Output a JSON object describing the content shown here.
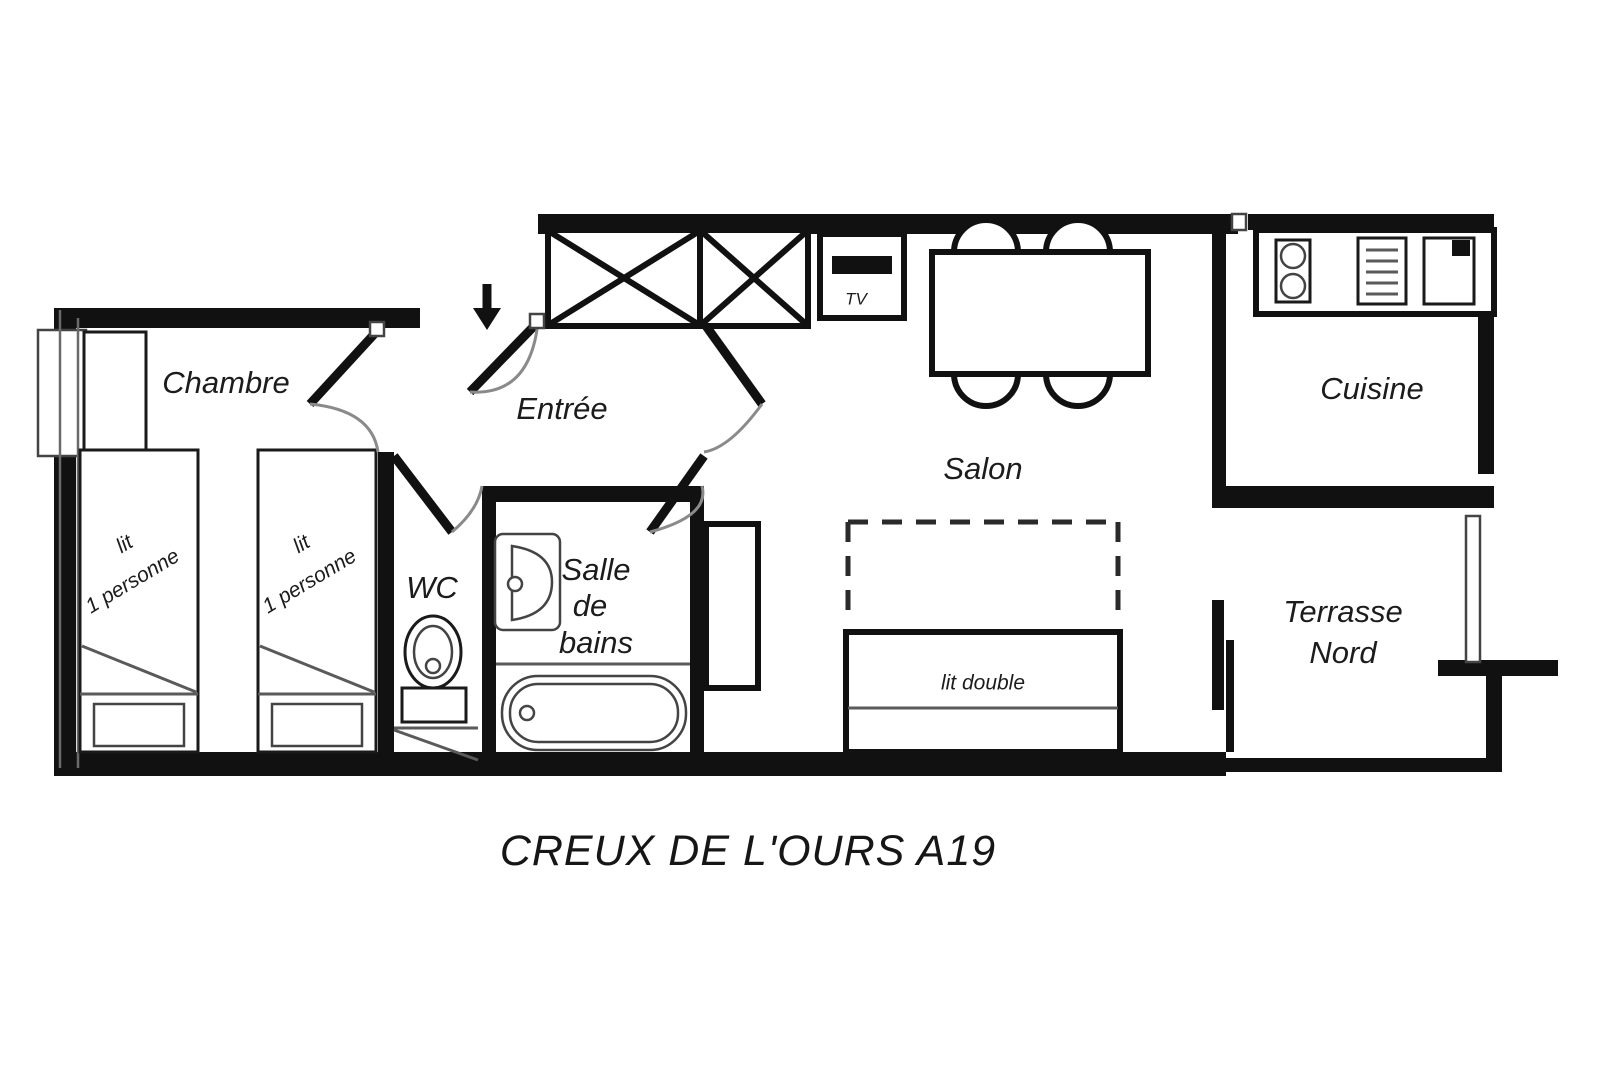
{
  "document": {
    "title": "CREUX DE L'OURS A19",
    "type": "apartment-floor-plan",
    "language": "fr"
  },
  "colors": {
    "background": "#ffffff",
    "wall": "#111111",
    "furniture_outline": "#1a1a1a",
    "door_swing": "#8a8a8a",
    "text": "#1c1c1c"
  },
  "rooms": [
    {
      "id": "chambre",
      "label": "Chambre"
    },
    {
      "id": "entree",
      "label": "Entrée"
    },
    {
      "id": "wc",
      "label": "WC"
    },
    {
      "id": "salle-de-bains_1",
      "label": "Salle"
    },
    {
      "id": "salle-de-bains_2",
      "label": "de"
    },
    {
      "id": "salle-de-bains_3",
      "label": "bains"
    },
    {
      "id": "salon",
      "label": "Salon"
    },
    {
      "id": "cuisine",
      "label": "Cuisine"
    },
    {
      "id": "terrasse_1",
      "label": "Terrasse"
    },
    {
      "id": "terrasse_2",
      "label": "Nord"
    }
  ],
  "furniture": [
    {
      "id": "bed-single-left",
      "line1": "lit",
      "line2": "1 personne"
    },
    {
      "id": "bed-single-right",
      "line1": "lit",
      "line2": "1 personne"
    },
    {
      "id": "bed-double",
      "label": "lit double"
    },
    {
      "id": "television",
      "label": "TV"
    }
  ],
  "labels": {
    "chambre": "Chambre",
    "entree": "Entrée",
    "wc": "WC",
    "salle_line1": "Salle",
    "salle_line2": "de",
    "salle_line3": "bains",
    "salon": "Salon",
    "cuisine": "Cuisine",
    "terrasse_line1": "Terrasse",
    "terrasse_line2": "Nord",
    "tv": "TV",
    "lit_double": "lit double",
    "lit_left_1": "lit",
    "lit_left_2": "1 personne",
    "lit_right_1": "lit",
    "lit_right_2": "1 personne"
  },
  "fixtures": {
    "kitchen": [
      "cooktop-2-burner",
      "drawer-unit",
      "refrigerator"
    ],
    "bathroom": [
      "washbasin",
      "bathtub"
    ],
    "wc": [
      "toilet"
    ],
    "entry": [
      "closet-placard-1",
      "closet-placard-2",
      "entry-arrow"
    ],
    "living": [
      "dining-table",
      "chair-1",
      "chair-2",
      "chair-3",
      "chair-4",
      "tv-unit",
      "sofa-bed-outline"
    ]
  }
}
